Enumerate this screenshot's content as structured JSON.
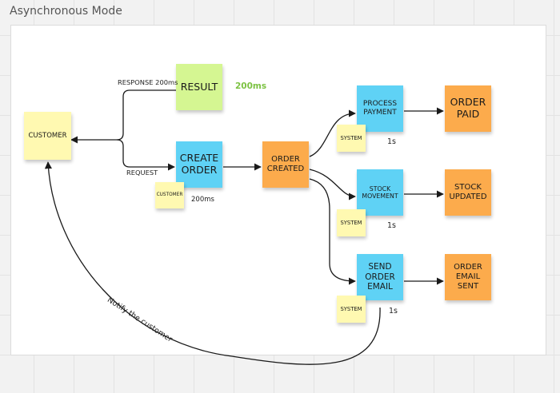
{
  "frame": {
    "title": "Asynchronous Mode"
  },
  "notes": {
    "customer": "CUSTOMER",
    "result": "RESULT",
    "create_order": "CREATE\nORDER",
    "customer_small": "CUSTOMER",
    "order_created": "ORDER\nCREATED",
    "process_payment": "PROCESS\nPAYMENT",
    "system_1": "SYSTEM",
    "order_paid": "ORDER\nPAID",
    "stock_movement": "STOCK\nMOVEMENT",
    "system_2": "SYSTEM",
    "stock_updated": "STOCK\nUPDATED",
    "send_order_email": "SEND\nORDER\nEMAIL",
    "system_3": "SYSTEM",
    "order_email_sent": "ORDER\nEMAIL\nSENT"
  },
  "labels": {
    "response": "RESPONSE 200ms",
    "request": "REQUEST",
    "result_time": "200ms",
    "create_time": "200ms",
    "payment_time": "1s",
    "stock_time": "1s",
    "email_time": "1s",
    "notify": "Notify the customer"
  },
  "colors": {
    "sticky_yellow": "#fff9b1",
    "sticky_green": "#d5f692",
    "sticky_blue": "#5fd2f5",
    "sticky_orange": "#fcab4c",
    "highlight_green": "#7cc242"
  }
}
